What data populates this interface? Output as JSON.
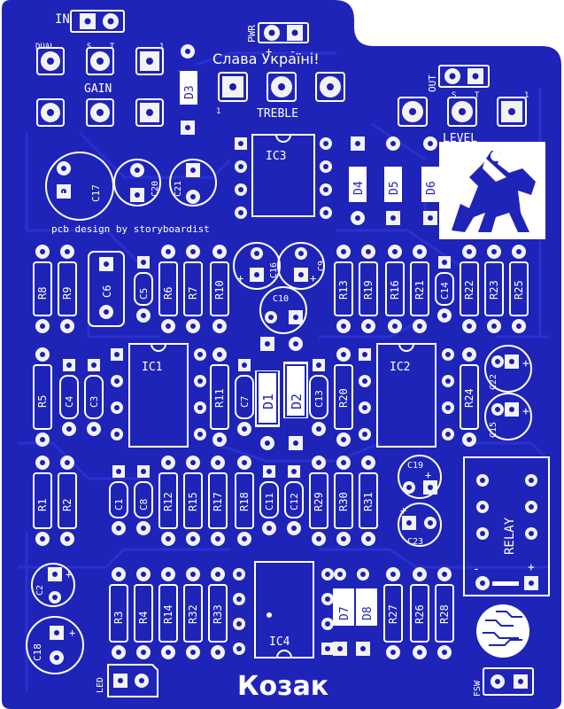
{
  "colors": {
    "board": "#1f24b8",
    "trace": "#2a30d0",
    "silk": "#ffffff",
    "pad": "#f2f2f2"
  },
  "board": {
    "slogan": "Слава Україні!",
    "credit": "pcb design by storyboardist",
    "brand": "Козак"
  },
  "jacks": {
    "in": "IN",
    "pwr": "PWR",
    "out": "OUT",
    "led": "LED",
    "fsw": "FSW",
    "plus": "+",
    "minus": "-",
    "s": "S",
    "t": "T"
  },
  "pots": {
    "gain": "GAIN",
    "treble": "TREBLE",
    "level": "LEVEL",
    "dual": "DUAL",
    "pin1": "1"
  },
  "ics": [
    "IC1",
    "IC2",
    "IC3",
    "IC4"
  ],
  "relay": "RELAY",
  "resistors": [
    "R1",
    "R2",
    "R3",
    "R4",
    "R5",
    "R6",
    "R7",
    "R8",
    "R9",
    "R10",
    "R11",
    "R12",
    "R13",
    "R14",
    "R15",
    "R16",
    "R17",
    "R18",
    "R19",
    "R20",
    "R21",
    "R22",
    "R23",
    "R24",
    "R25",
    "R26",
    "R27",
    "R28",
    "R29",
    "R30",
    "R31",
    "R32",
    "R33"
  ],
  "caps": [
    "C1",
    "C2",
    "C3",
    "C4",
    "C5",
    "C6",
    "C7",
    "C8",
    "C9",
    "C10",
    "C11",
    "C12",
    "C13",
    "C14",
    "C15",
    "C16",
    "C17",
    "C18",
    "C19",
    "C20",
    "C21",
    "C22",
    "C23"
  ],
  "diodes": [
    "D1",
    "D2",
    "D3",
    "D4",
    "D5",
    "D6",
    "D7",
    "D8"
  ]
}
